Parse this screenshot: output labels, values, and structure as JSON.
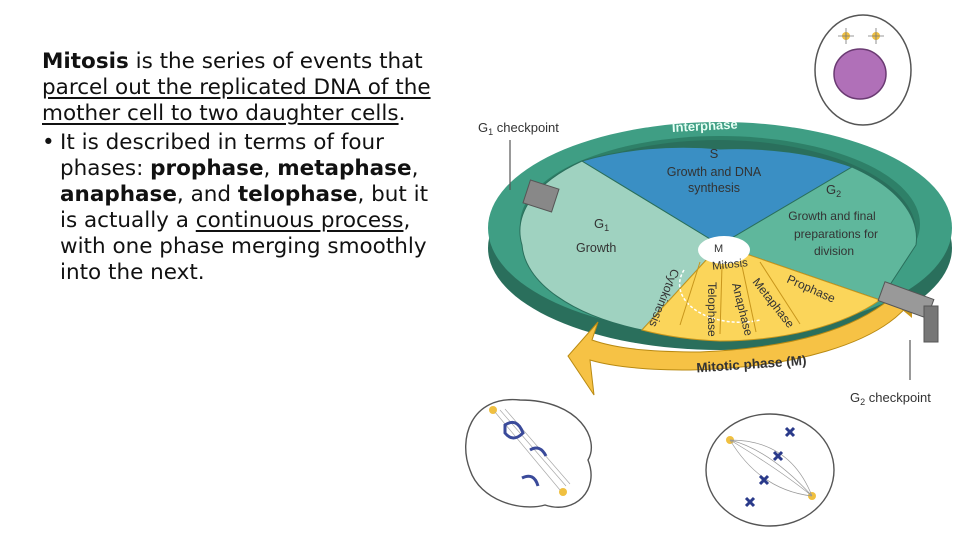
{
  "text": {
    "p1_bold": "Mitosis",
    "p1_plain": " is the series of events that ",
    "p1_underlined": "parcel out the replicated DNA of the mother cell to two daughter cells",
    "p1_end": ".",
    "bullet_symbol": "•",
    "b_a": "It is described in terms of four phases: ",
    "b_prophase": "prophase",
    "b_sep1": ", ",
    "b_metaphase": "metaphase",
    "b_sep2": ", ",
    "b_anaphase": "anaphase",
    "b_sep3": ", and ",
    "b_telophase": "telophase",
    "b_b": ", but it is actually a ",
    "b_continuous": "continuous process",
    "b_c": ", with one phase merging smoothly into the next."
  },
  "diagram": {
    "g1_checkpoint": "G",
    "g1_checkpoint_sub": "1",
    "g1_checkpoint_word": " checkpoint",
    "interphase": "Interphase",
    "s_title": "S",
    "s_line1": "Growth and DNA",
    "s_line2": "synthesis",
    "g2_title": "G",
    "g2_sub": "2",
    "g2_line1": "Growth and final",
    "g2_line2": "preparations for",
    "g2_line3": "division",
    "g1_title": "G",
    "g1_sub": "1",
    "g1_growth": "Growth",
    "m_title": "M",
    "mitosis": "Mitosis",
    "prophase": "Prophase",
    "metaphase": "Metaphase",
    "anaphase": "Anaphase",
    "telophase": "Telophase",
    "cytokinesis": "Cytokinesis",
    "mitotic_phase": "Mitotic phase (M)",
    "g2_checkpoint": "G",
    "g2_checkpoint_sub": "2",
    "g2_checkpoint_word": " checkpoint"
  },
  "colors": {
    "ring_green": "#3f9e84",
    "ring_dark": "#2a6f5c",
    "s_blue": "#3a8fc4",
    "g1_green": "#9fd2c0",
    "g2_green": "#5fb79c",
    "mitotic_yellow": "#fbd55a",
    "arrow_yellow": "#f6c245",
    "nucleus_purple": "#b070b8"
  }
}
